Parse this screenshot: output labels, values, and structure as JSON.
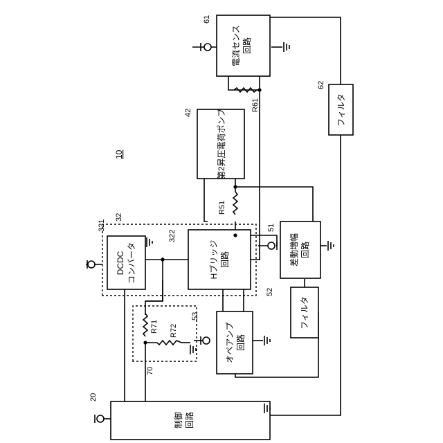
{
  "figure_label": "10",
  "blocks": {
    "current_sense": {
      "ref": "61",
      "lines": [
        "電流センス",
        "回路"
      ]
    },
    "filter_62": {
      "ref": "62",
      "lines": [
        "フィルタ"
      ]
    },
    "charge_pump": {
      "ref": "42",
      "lines": [
        "第2昇圧電荷ポンプ"
      ]
    },
    "dcdc": {
      "ref": "321",
      "lines": [
        "DCDC",
        "コンバータ"
      ]
    },
    "group_32": {
      "ref": "32"
    },
    "hbridge": {
      "ref": "322",
      "lines": [
        "Hブリッジ",
        "回路"
      ]
    },
    "diff_amp": {
      "ref": "51",
      "lines": [
        "差動増幅",
        "回路"
      ]
    },
    "filter_52": {
      "ref": "52",
      "lines": [
        "フィルタ"
      ]
    },
    "opamp": {
      "ref": "53",
      "lines": [
        "オペアンプ",
        "回路"
      ]
    },
    "control": {
      "ref": "20",
      "lines": [
        "制御",
        "回路"
      ]
    },
    "group_70": {
      "ref": "70"
    }
  },
  "resistors": {
    "r61": "R61",
    "r51": "R51",
    "r71": "R71",
    "r72": "R72"
  }
}
